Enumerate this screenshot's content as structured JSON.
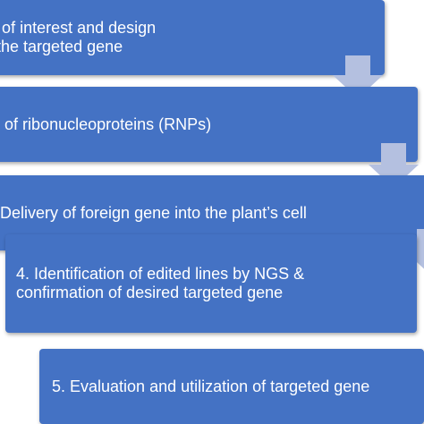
{
  "steps": [
    {
      "line1": "of gene of interest and design",
      "line2": "cers to the targeted gene"
    },
    {
      "line1": "aration of ribonucleoproteins (RNPs)"
    },
    {
      "line1": "Delivery of foreign gene into the plant’s cell"
    },
    {
      "line1": "4. Identification of edited lines by NGS &",
      "line2": "confirmation of desired targeted gene"
    },
    {
      "line1": "5. Evaluation and utilization of targeted gene"
    }
  ],
  "colors": {
    "box": "#4472C4",
    "arrow": "#B4C0E0",
    "text": "#FFFFFF"
  }
}
